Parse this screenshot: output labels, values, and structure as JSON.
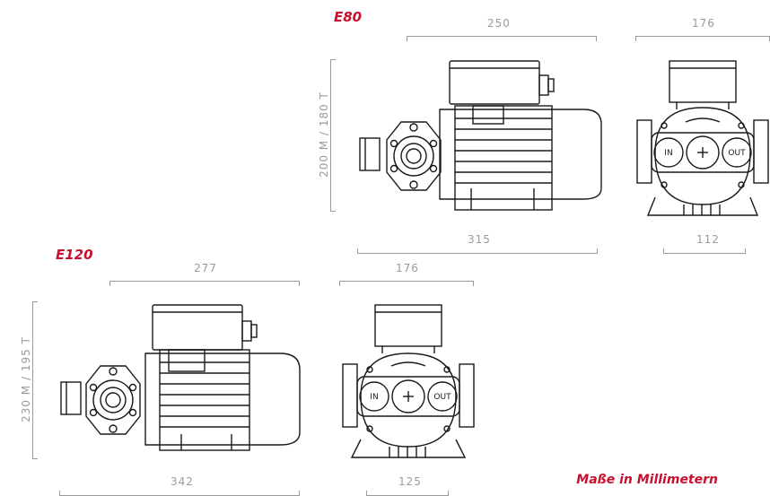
{
  "e80": {
    "title": "E80",
    "dim_top_side": "250",
    "dim_top_front": "176",
    "dim_height": "200 M / 180 T",
    "dim_bottom_side": "315",
    "dim_bottom_front": "112"
  },
  "e120": {
    "title": "E120",
    "dim_top_side": "277",
    "dim_top_front": "176",
    "dim_height": "230 M / 195 T",
    "dim_bottom_side": "342",
    "dim_bottom_front": "125"
  },
  "ports": {
    "in": "IN",
    "out": "OUT"
  },
  "footer": "Maße in Millimetern",
  "colors": {
    "accent": "#c8102e",
    "dimension": "#9a9a9a",
    "drawing": "#1a1a1a"
  }
}
